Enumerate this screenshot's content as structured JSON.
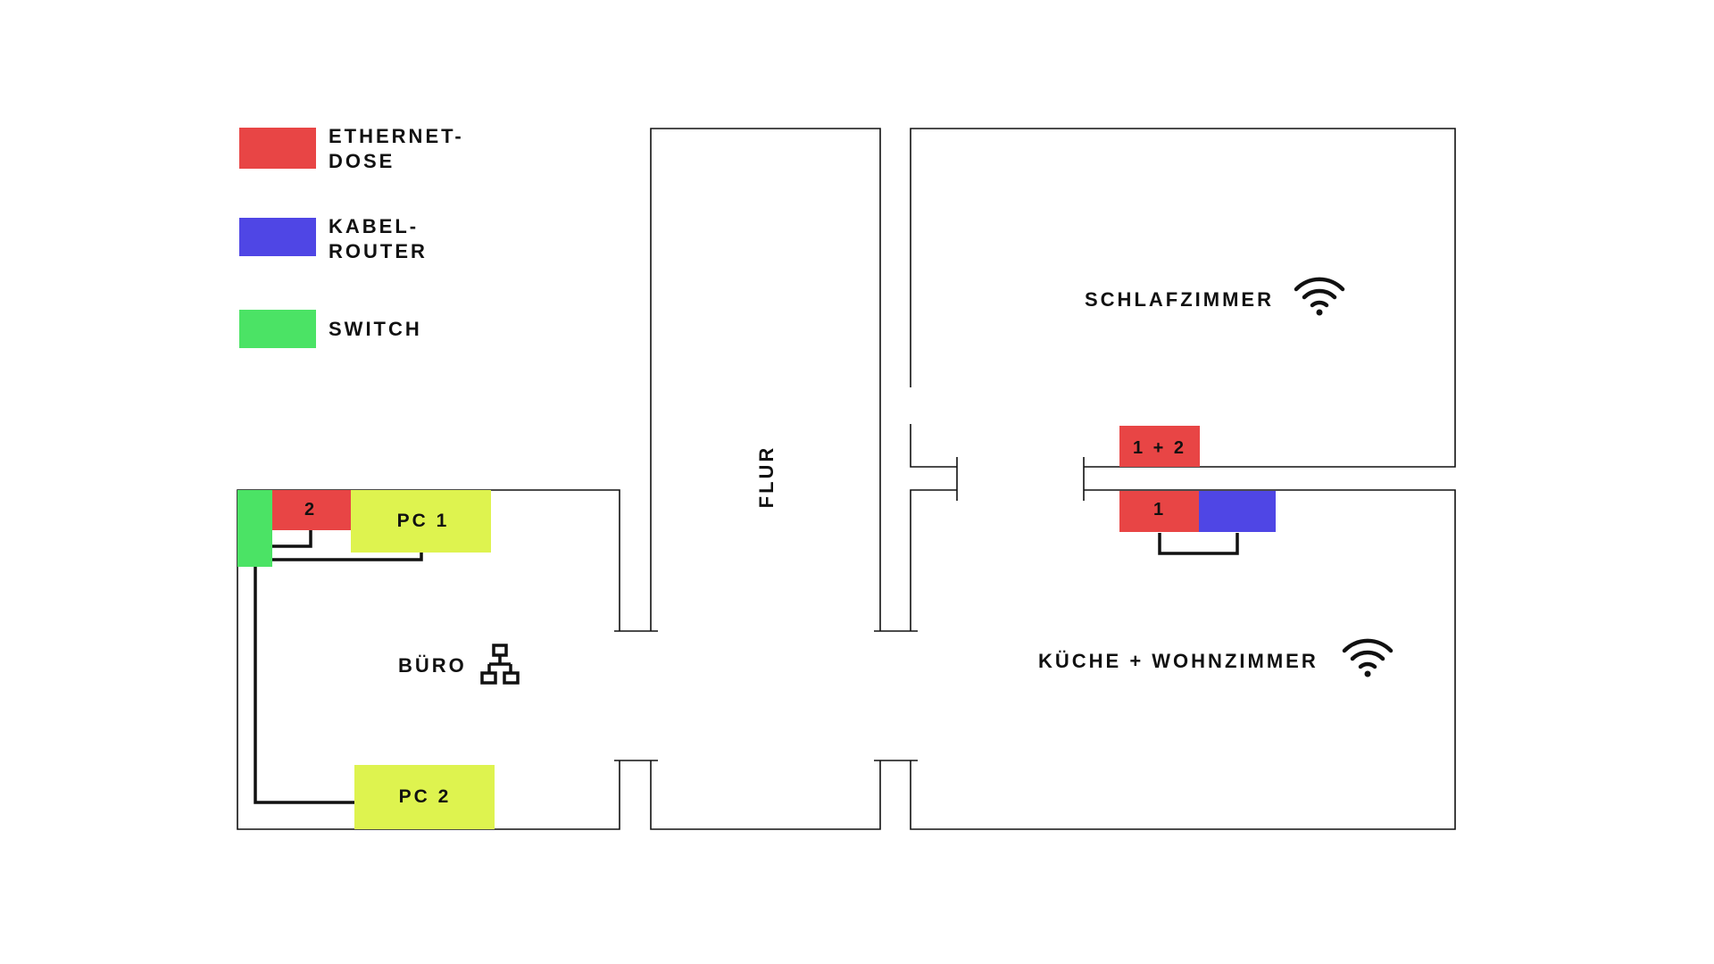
{
  "legend": {
    "ethernet": {
      "line1": "ETHERNET-",
      "line2": "DOSE",
      "color": "#e84545"
    },
    "router": {
      "line1": "KABEL-",
      "line2": "ROUTER",
      "color": "#4f46e5"
    },
    "switch": {
      "line1": "SWITCH",
      "color": "#4be365"
    }
  },
  "rooms": {
    "flur": "FLUR",
    "schlafzimmer": "SCHLAFZIMMER",
    "kueche": "KÜCHE + WOHNZIMMER",
    "buero": "BÜRO"
  },
  "devices": {
    "socket_top": "1 + 2",
    "socket_kitchen": "1",
    "socket_office": "2",
    "pc1": "PC 1",
    "pc2": "PC 2",
    "pc_color": "#def34f"
  },
  "icons": {
    "schlafzimmer": "wifi-icon",
    "kueche": "wifi-icon",
    "buero": "network-icon"
  }
}
